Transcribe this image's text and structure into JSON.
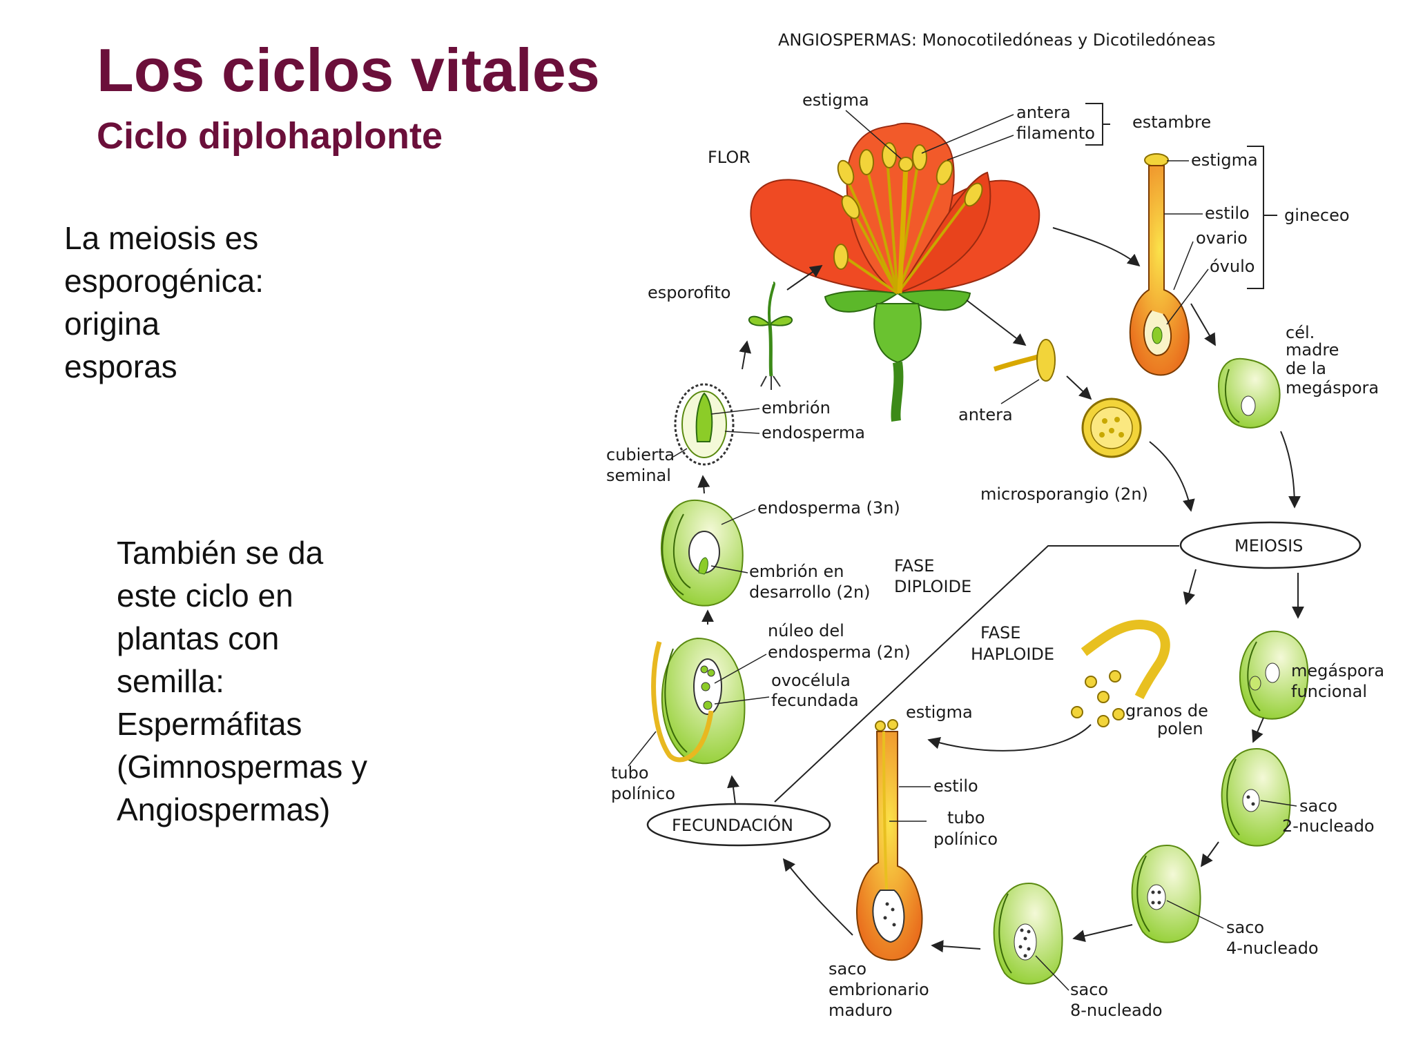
{
  "slide": {
    "title": "Los ciclos vitales",
    "subtitle": "Ciclo diplohaplonte",
    "paragraph1": [
      "La meiosis es",
      "esporogénica:",
      "origina",
      "esporas"
    ],
    "paragraph2": [
      "También se da",
      "este ciclo en",
      "plantas con",
      "semilla:",
      "Espermáfitas",
      "(Gimnospermas y",
      "Angiospermas)"
    ]
  },
  "diagram": {
    "heading": "ANGIOSPERMAS: Monocotiledóneas y Dicotiledóneas",
    "labels": {
      "flor": "FLOR",
      "estigma_top": "estigma",
      "antera_top": "antera",
      "filamento": "filamento",
      "estambre": "estambre",
      "estigma_pistil": "estigma",
      "estilo_pistil": "estilo",
      "ovario": "ovario",
      "ovulo": "óvulo",
      "gineceo": "gineceo",
      "cel": "cél.",
      "madre": "madre",
      "de_la": "de  la",
      "megaspora": "megáspora",
      "esporofito": "esporofito",
      "antera": "antera",
      "microsporangio": "microsporangio (2n)",
      "embrion": "embrión",
      "endosperma": "endosperma",
      "cubierta": "cubierta",
      "seminal": "seminal",
      "endosperma3n": "endosperma (3n)",
      "embrion_en": "embrión en",
      "desarrollo": "desarrollo (2n)",
      "fase_dip_1": "FASE",
      "fase_dip_2": "DIPLOIDE",
      "fase_hap_1": "FASE",
      "fase_hap_2": "HAPLOIDE",
      "meiosis": "MEIOSIS",
      "nucleo_1": "núleo del",
      "nucleo_2": "endosperma (2n)",
      "ovocelula_1": "ovocélula",
      "ovocelula_2": "fecundada",
      "megaspora_func_1": "megáspora",
      "megaspora_func_2": "funcional",
      "estigma_bottom": "estigma",
      "granos_1": "granos de",
      "granos_2": "polen",
      "tubo_1": "tubo",
      "tubo_2": "polínico",
      "estilo_bottom": "estilo",
      "tubo_b1": "tubo",
      "tubo_b2": "polínico",
      "fecundacion": "FECUNDACIÓN",
      "saco2_1": "saco",
      "saco2_2": "2-nucleado",
      "saco4_1": "saco",
      "saco4_2": "4-nucleado",
      "saco8_1": "saco",
      "saco8_2": "8-nucleado",
      "sacoemb_1": "saco",
      "sacoemb_2": "embrionario",
      "sacoemb_3": "maduro"
    }
  },
  "colors": {
    "title": "#6b0f3a",
    "petal": "#ef4a23",
    "green": "#8ccc28",
    "yellow": "#f2d43a",
    "orange": "#f09520"
  }
}
